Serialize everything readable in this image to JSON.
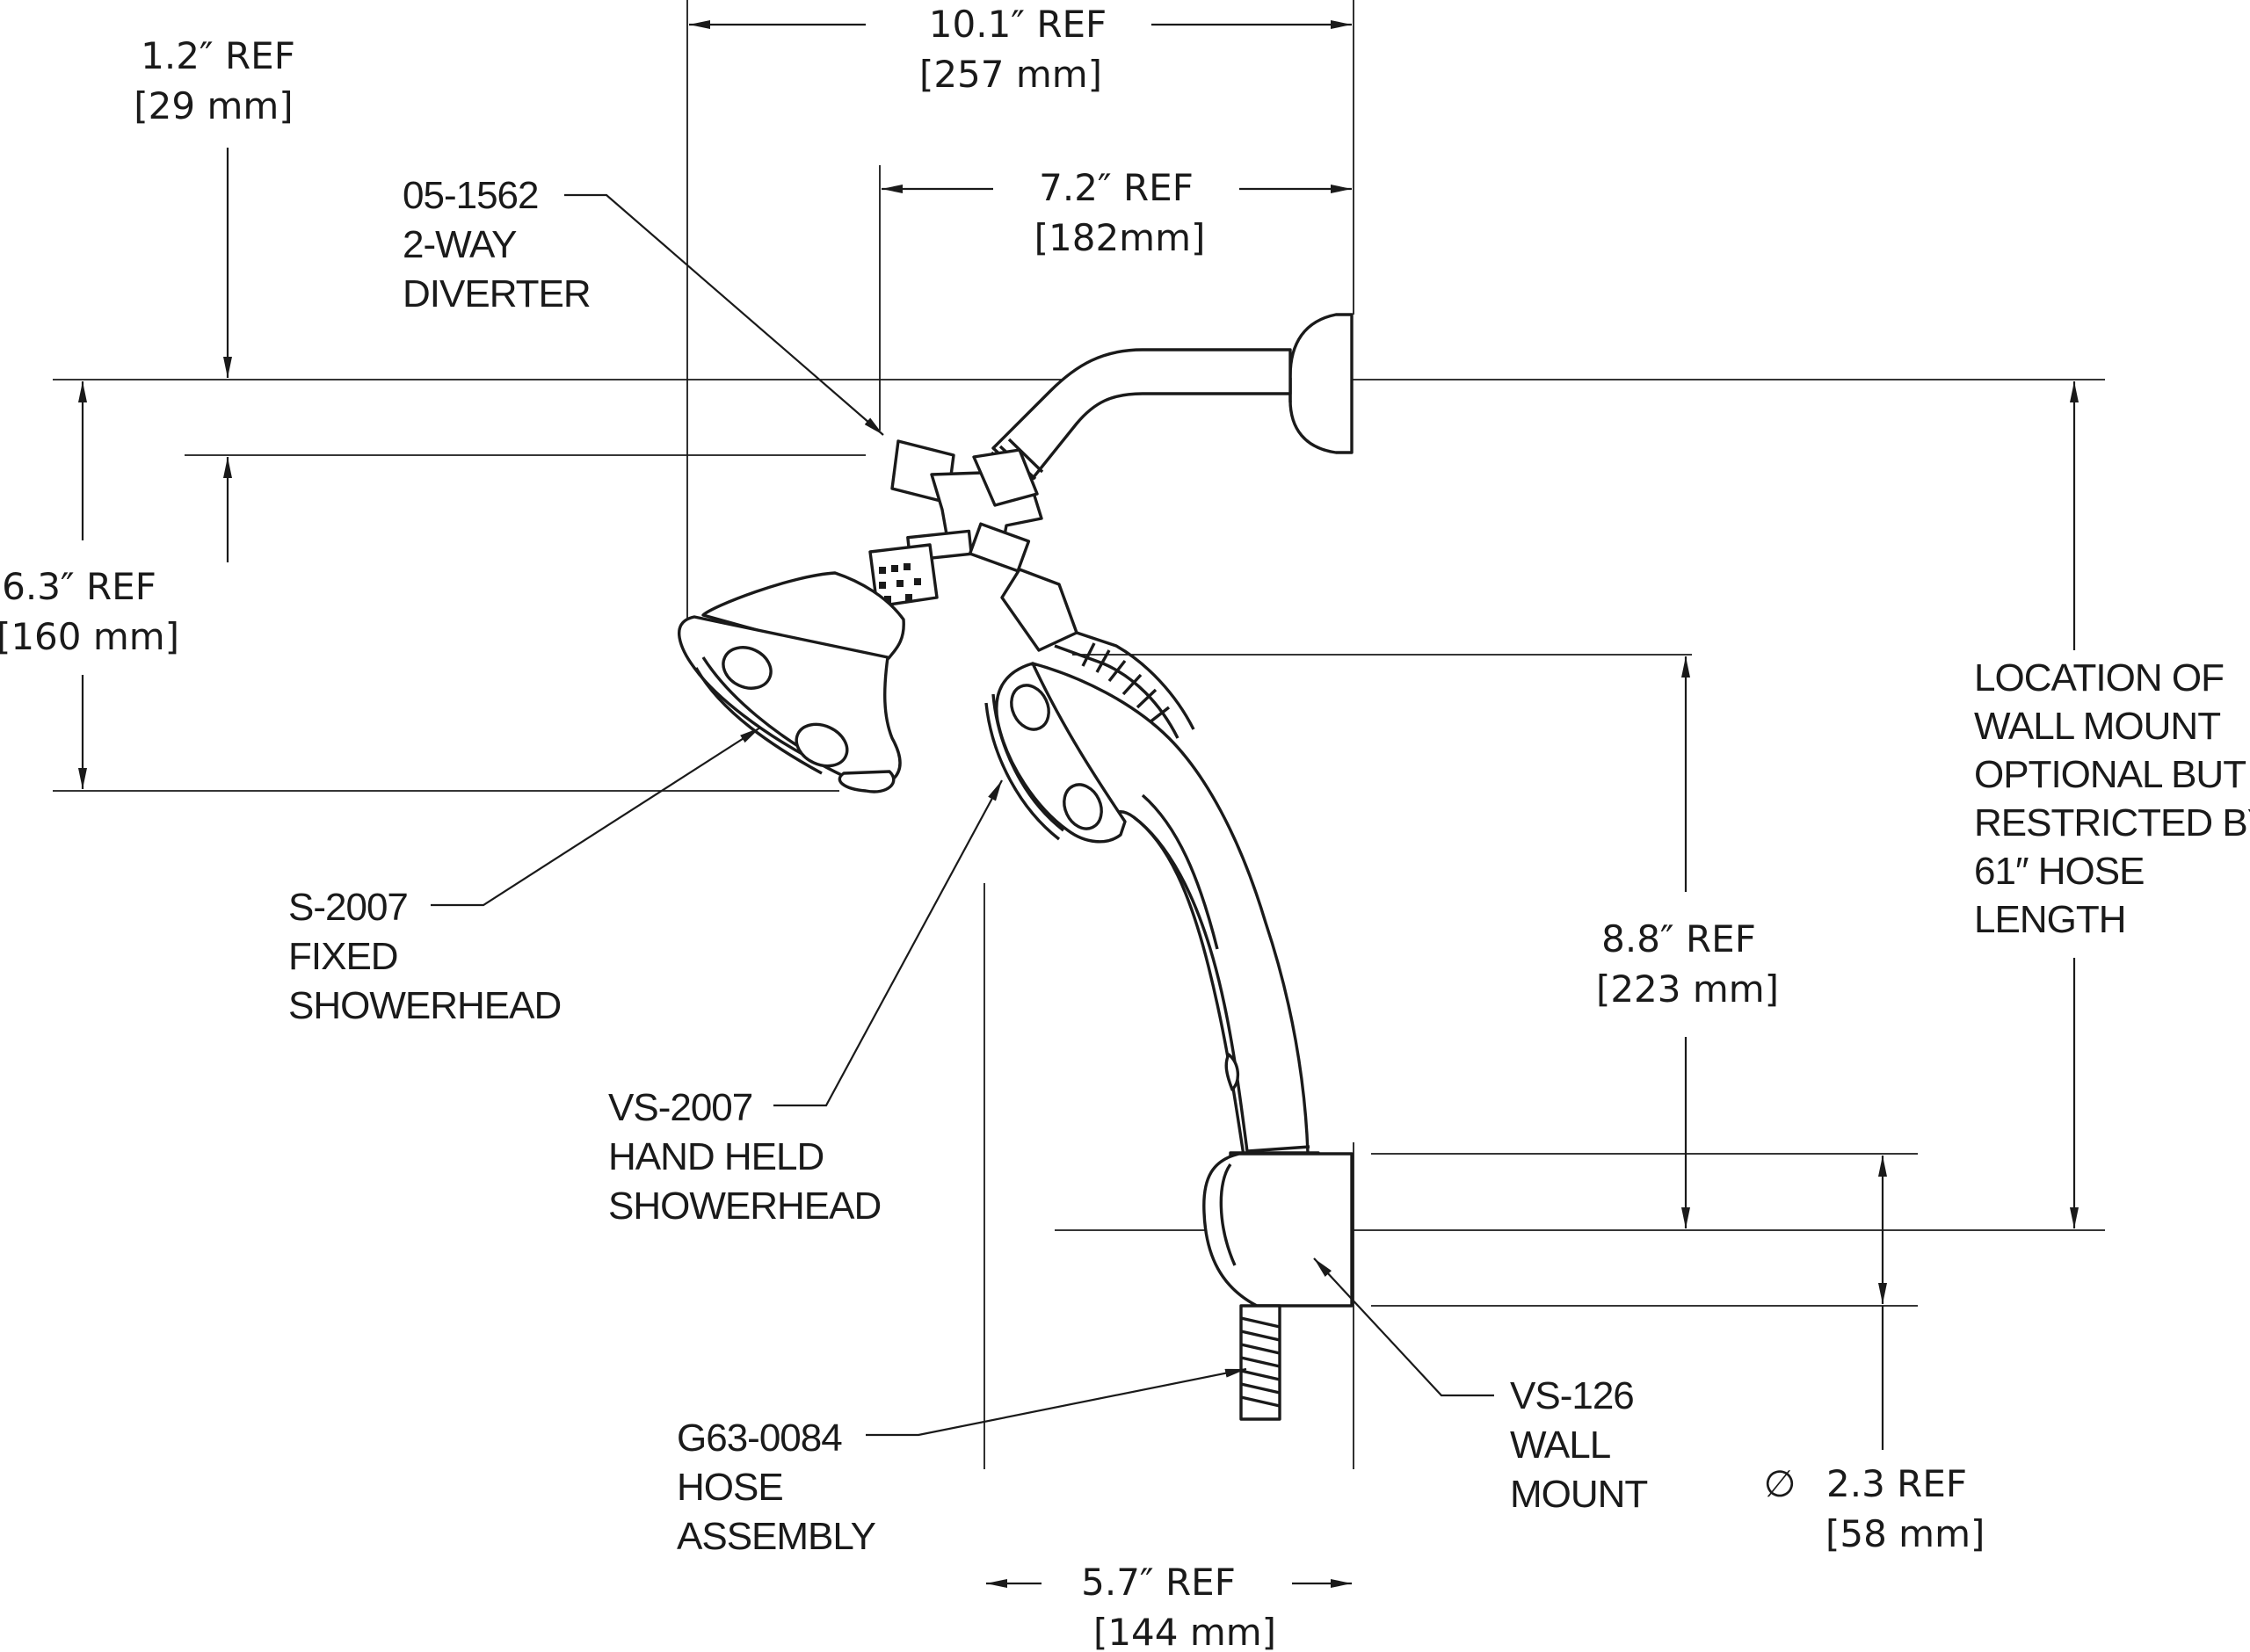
{
  "dimensions": {
    "overall_width": {
      "value": "10.1″ REF",
      "metric": "[257 mm]"
    },
    "diverter_offset": {
      "value": "7.2″ REF",
      "metric": "[182mm]"
    },
    "arm_drop": {
      "value": "1.2″ REF",
      "metric": "[29 mm]"
    },
    "fixed_head_height": {
      "value": "6.3″ REF",
      "metric": "[160 mm]"
    },
    "handheld_height": {
      "value": "8.8″ REF",
      "metric": "[223 mm]"
    },
    "mount_diameter": {
      "symbol": "∅",
      "value": "2.3 REF",
      "metric": "[58 mm]"
    },
    "handheld_projection": {
      "value": "5.7″ REF",
      "metric": "[144 mm]"
    }
  },
  "callouts": {
    "diverter": [
      "05-1562",
      "2-WAY",
      "DIVERTER"
    ],
    "fixed_showerhead": [
      "S-2007",
      "FIXED",
      "SHOWERHEAD"
    ],
    "handheld_showerhead": [
      "VS-2007",
      "HAND HELD",
      "SHOWERHEAD"
    ],
    "hose_assembly": [
      "G63-0084",
      "HOSE",
      "ASSEMBLY"
    ],
    "wall_mount": [
      "VS-126",
      "WALL",
      "MOUNT"
    ],
    "mount_note": [
      "LOCATION OF",
      "WALL MOUNT",
      "OPTIONAL BUT",
      "RESTRICTED BY",
      "61″ HOSE",
      "LENGTH"
    ]
  }
}
